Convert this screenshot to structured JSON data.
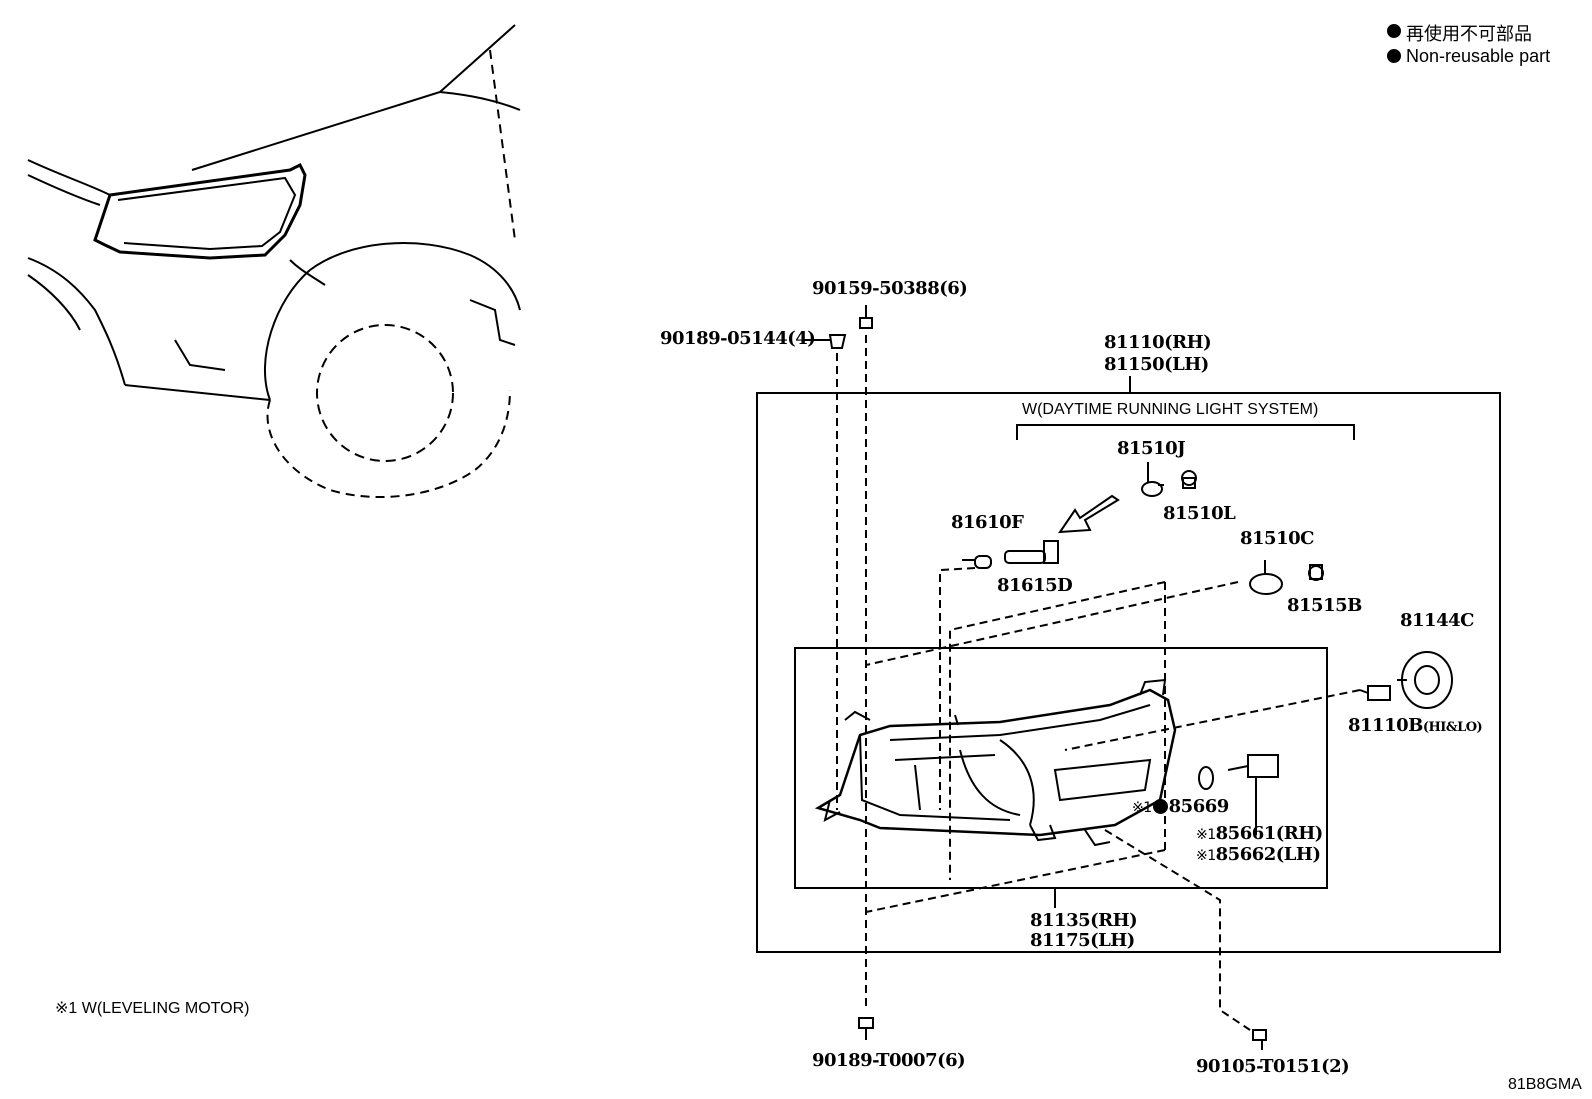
{
  "legend": {
    "jp": "再使用不可部品",
    "en": "Non-reusable part"
  },
  "footnote": "※1 W(LEVELING MOTOR)",
  "diagram_id": "81B8GMA",
  "group_label": "W(DAYTIME RUNNING LIGHT SYSTEM)",
  "parts": {
    "assy_rh": "81110(RH)",
    "assy_lh": "81150(LH)",
    "bolt_top": "90159-50388(6)",
    "clip_top": "90189-05144(4)",
    "p81510J": "81510J",
    "p81510L": "81510L",
    "p81610F": "81610F",
    "p81615D": "81615D",
    "p81510C": "81510C",
    "p81515B": "81515B",
    "p81144C": "81144C",
    "p81110B": "81110B",
    "p81110B_note": "(HI&LO)",
    "p85669_prefix": "※1",
    "p85669": "85669",
    "p85661_prefix": "※1",
    "p85661": "85661(RH)",
    "p85662_prefix": "※1",
    "p85662": "85662(LH)",
    "housing_rh": "81135(RH)",
    "housing_lh": "81175(LH)",
    "clip_bottom": "90189-T0007(6)",
    "screw_bottom": "90105-T0151(2)"
  }
}
